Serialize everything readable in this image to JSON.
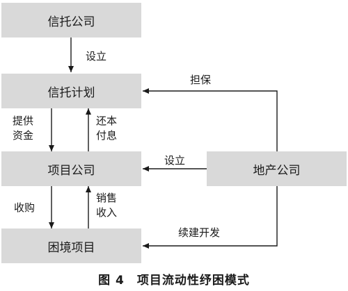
{
  "boxes": {
    "trust_company": "信托公司",
    "trust_plan": "信托计划",
    "project_company": "项目公司",
    "distressed_project": "困境项目",
    "real_estate_company": "地产公司"
  },
  "edges": {
    "establish_trust_plan": "设立",
    "provide_funds_line1": "提供",
    "provide_funds_line2": "资金",
    "repay_line1": "还本",
    "repay_line2": "付息",
    "guarantee": "担保",
    "establish_project_company": "设立",
    "acquire": "收购",
    "sales_line1": "销售",
    "sales_line2": "收入",
    "continue_development": "续建开发"
  },
  "caption": "图 4　项目流动性纾困模式",
  "colors": {
    "box_fill": "#d9d9d9",
    "line": "#1a1a1a"
  }
}
